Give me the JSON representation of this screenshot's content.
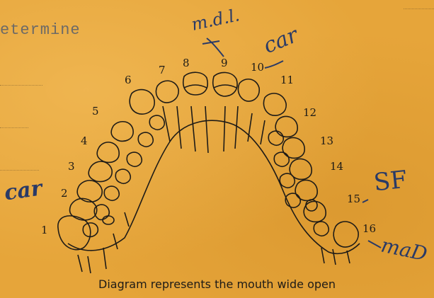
{
  "form_text": {
    "determine": "etermine"
  },
  "tooth_numbers": [
    "1",
    "2",
    "3",
    "4",
    "5",
    "6",
    "7",
    "8",
    "9",
    "10",
    "11",
    "12",
    "13",
    "14",
    "15",
    "16"
  ],
  "handwritten": {
    "top_center": "m.d.l.",
    "upper_right": "car",
    "left": "car",
    "right_mid": "SF",
    "lower_right": "maD"
  },
  "caption": "Diagram represents the mouth wide open"
}
